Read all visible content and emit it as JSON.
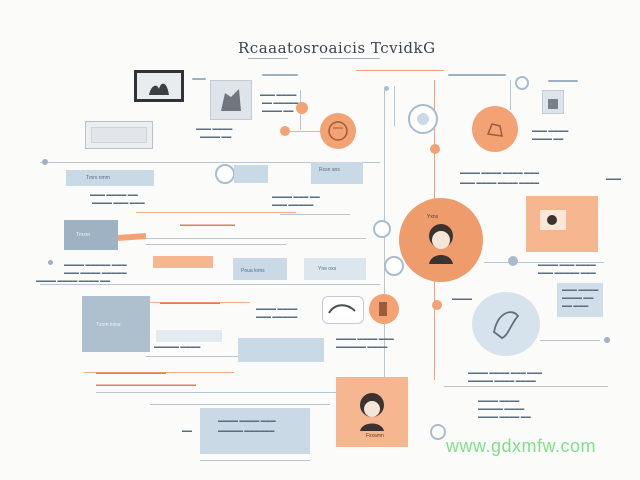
{
  "title": "Rcaaatosroaicis TcvidkG",
  "watermark": "www.gdxmfw.com",
  "colors": {
    "accent_orange": "#f29a6c",
    "accent_blue": "#b9cfe0",
    "line": "#b8c6d3",
    "watermark": "#7fe08a"
  },
  "labels": {
    "left_box_1": "Tmrx nmm",
    "left_box_2": "Tmxrn",
    "left_box_3": "Yne oxs",
    "mid_box_1": "Rxsn ans",
    "mid_box_2": "Poua loms",
    "center_badge": "Yxnx",
    "bottom_box": "Fxxamn",
    "right_box": "Txnm ioms"
  },
  "icons": [
    "framed-photo-icon",
    "image-placeholder-icon",
    "person-portrait-icon",
    "person-avatar-icon",
    "hand-gesture-icon",
    "figure-icon",
    "tag-icon"
  ]
}
